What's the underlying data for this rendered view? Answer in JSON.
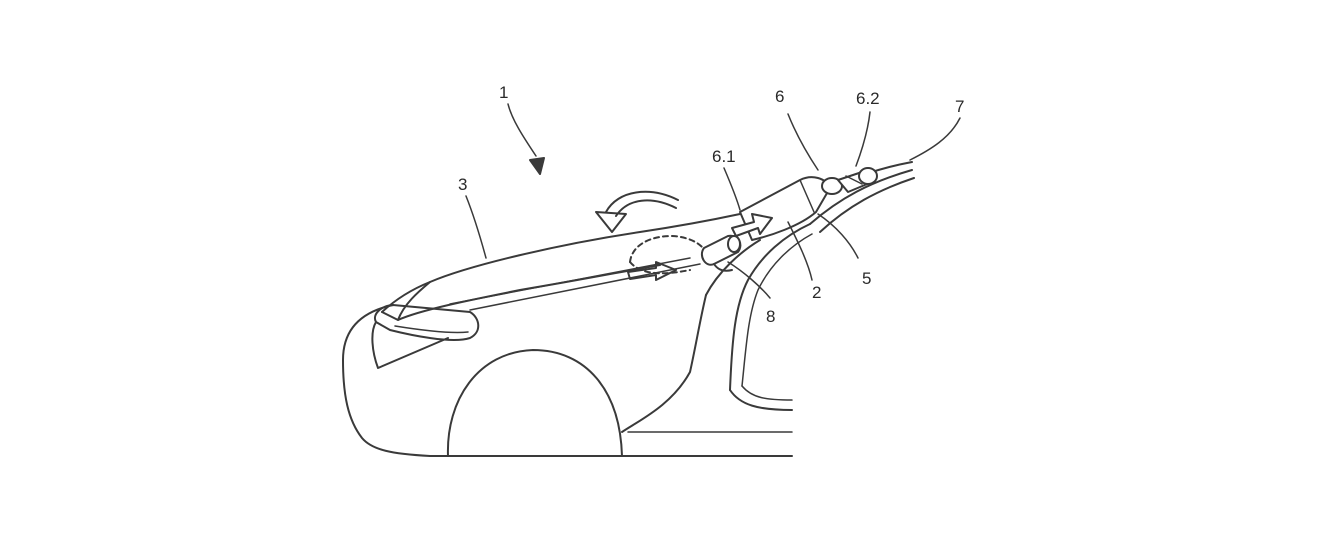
{
  "figure": {
    "labels": {
      "l1": "1",
      "l2": "2",
      "l3": "3",
      "l5": "5",
      "l6": "6",
      "l6_1": "6.1",
      "l6_2": "6.2",
      "l7": "7",
      "l8": "8"
    },
    "colors": {
      "line": "#3a3a3a",
      "text": "#2a2a2a",
      "background": "#ffffff"
    }
  }
}
